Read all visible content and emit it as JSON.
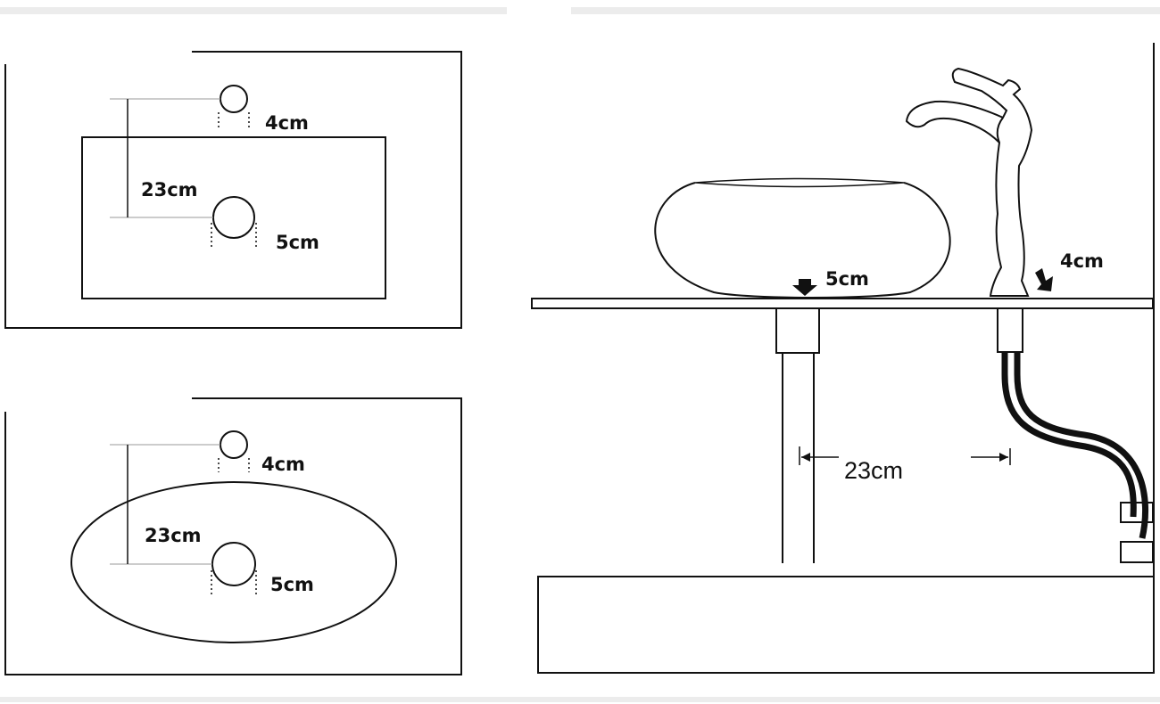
{
  "top_rect_panel": {
    "faucet_hole_label": "4cm",
    "spacing_label": "23cm",
    "drain_hole_label": "5cm"
  },
  "oval_panel": {
    "faucet_hole_label": "4cm",
    "spacing_label": "23cm",
    "drain_hole_label": "5cm"
  },
  "side_view": {
    "drain_label": "5cm",
    "faucet_label": "4cm",
    "spacing_label": "23cm"
  },
  "colors": {
    "stroke": "#111111",
    "guide": "#9a9a9a",
    "background": "#ffffff"
  }
}
